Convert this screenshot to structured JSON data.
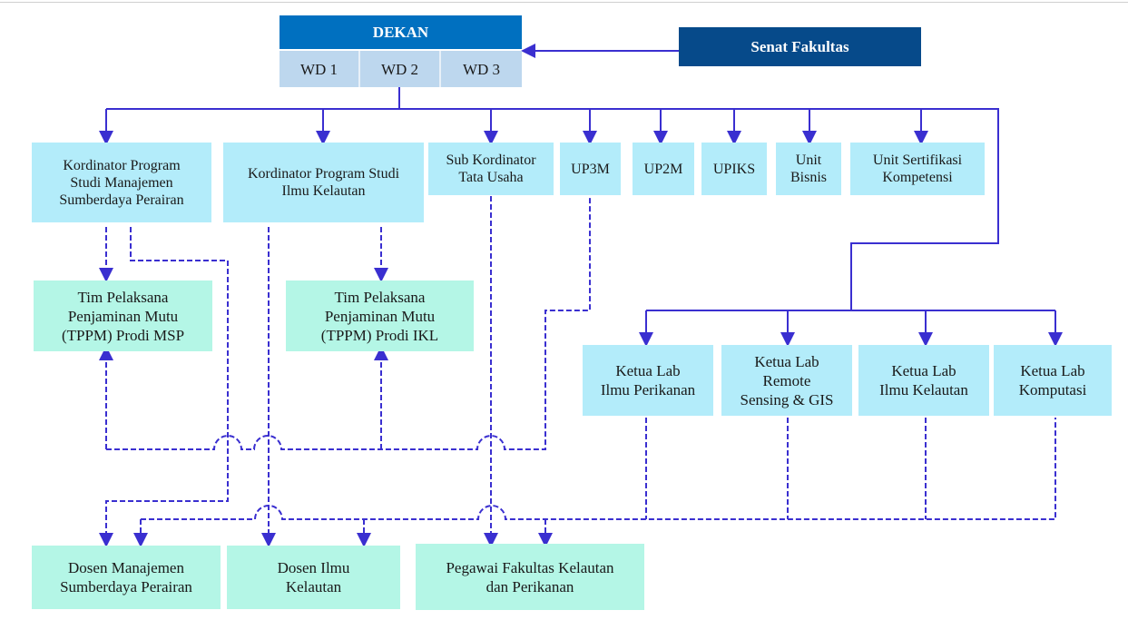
{
  "colors": {
    "dekan": "#0070c0",
    "wd": "#bdd7ee",
    "senat": "#064a8a",
    "unit": "#b3ecfa",
    "team": "#b4f6e6",
    "connector": "#3a2fd0"
  },
  "top": {
    "dekan": "DEKAN",
    "wakil": [
      "WD 1",
      "WD  2",
      "WD 3"
    ],
    "senat": "Senat Fakultas"
  },
  "units": [
    "Kordinator Program\nStudi Manajemen\nSumberdaya Perairan",
    "Kordinator Program Studi\nIlmu Kelautan",
    "Sub Kordinator\nTata Usaha",
    "UP3M",
    "UP2M",
    "UPIKS",
    "Unit\nBisnis",
    "Unit Sertifikasi\nKompetensi"
  ],
  "tppm": [
    "Tim Pelaksana\nPenjaminan Mutu\n(TPPM) Prodi MSP",
    "Tim Pelaksana\nPenjaminan Mutu\n(TPPM) Prodi IKL"
  ],
  "labs": [
    "Ketua Lab\nIlmu Perikanan",
    "Ketua Lab\nRemote\nSensing & GIS",
    "Ketua Lab\nIlmu Kelautan",
    "Ketua Lab\nKomputasi"
  ],
  "staff": [
    "Dosen Manajemen\nSumberdaya Perairan",
    "Dosen Ilmu\nKelautan",
    "Pegawai Fakultas Kelautan\ndan Perikanan"
  ]
}
